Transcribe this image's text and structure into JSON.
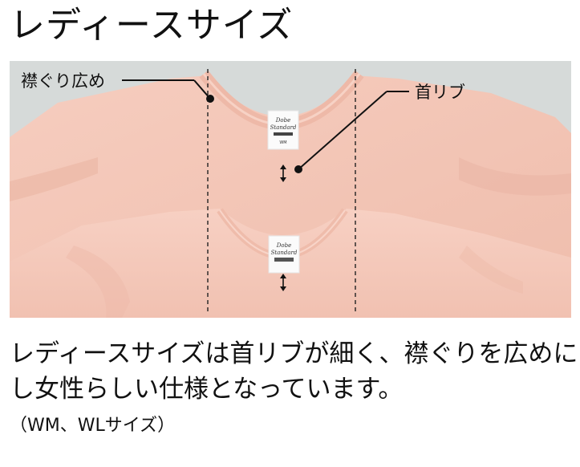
{
  "title": "レディースサイズ",
  "figure": {
    "callout_collar": "襟ぐり広め",
    "callout_rib": "首リブ",
    "label_logo_line1": "Dobe",
    "label_logo_line2": "Standard",
    "label_size": "WM",
    "colors": {
      "background_wall": "#d6dad9",
      "shirt": "#f4c7b7",
      "shirt_shadow": "#e9b6a6",
      "shirt_light": "#f8d3c6",
      "rib": "#f0bcab",
      "dashed_line": "#222222",
      "callout_line": "#111111"
    }
  },
  "description": {
    "line1": "レディースサイズは首リブが細く、襟ぐりを広めに",
    "line2": "し女性らしい仕様となっています。"
  },
  "note": "（WM、WLサイズ）"
}
